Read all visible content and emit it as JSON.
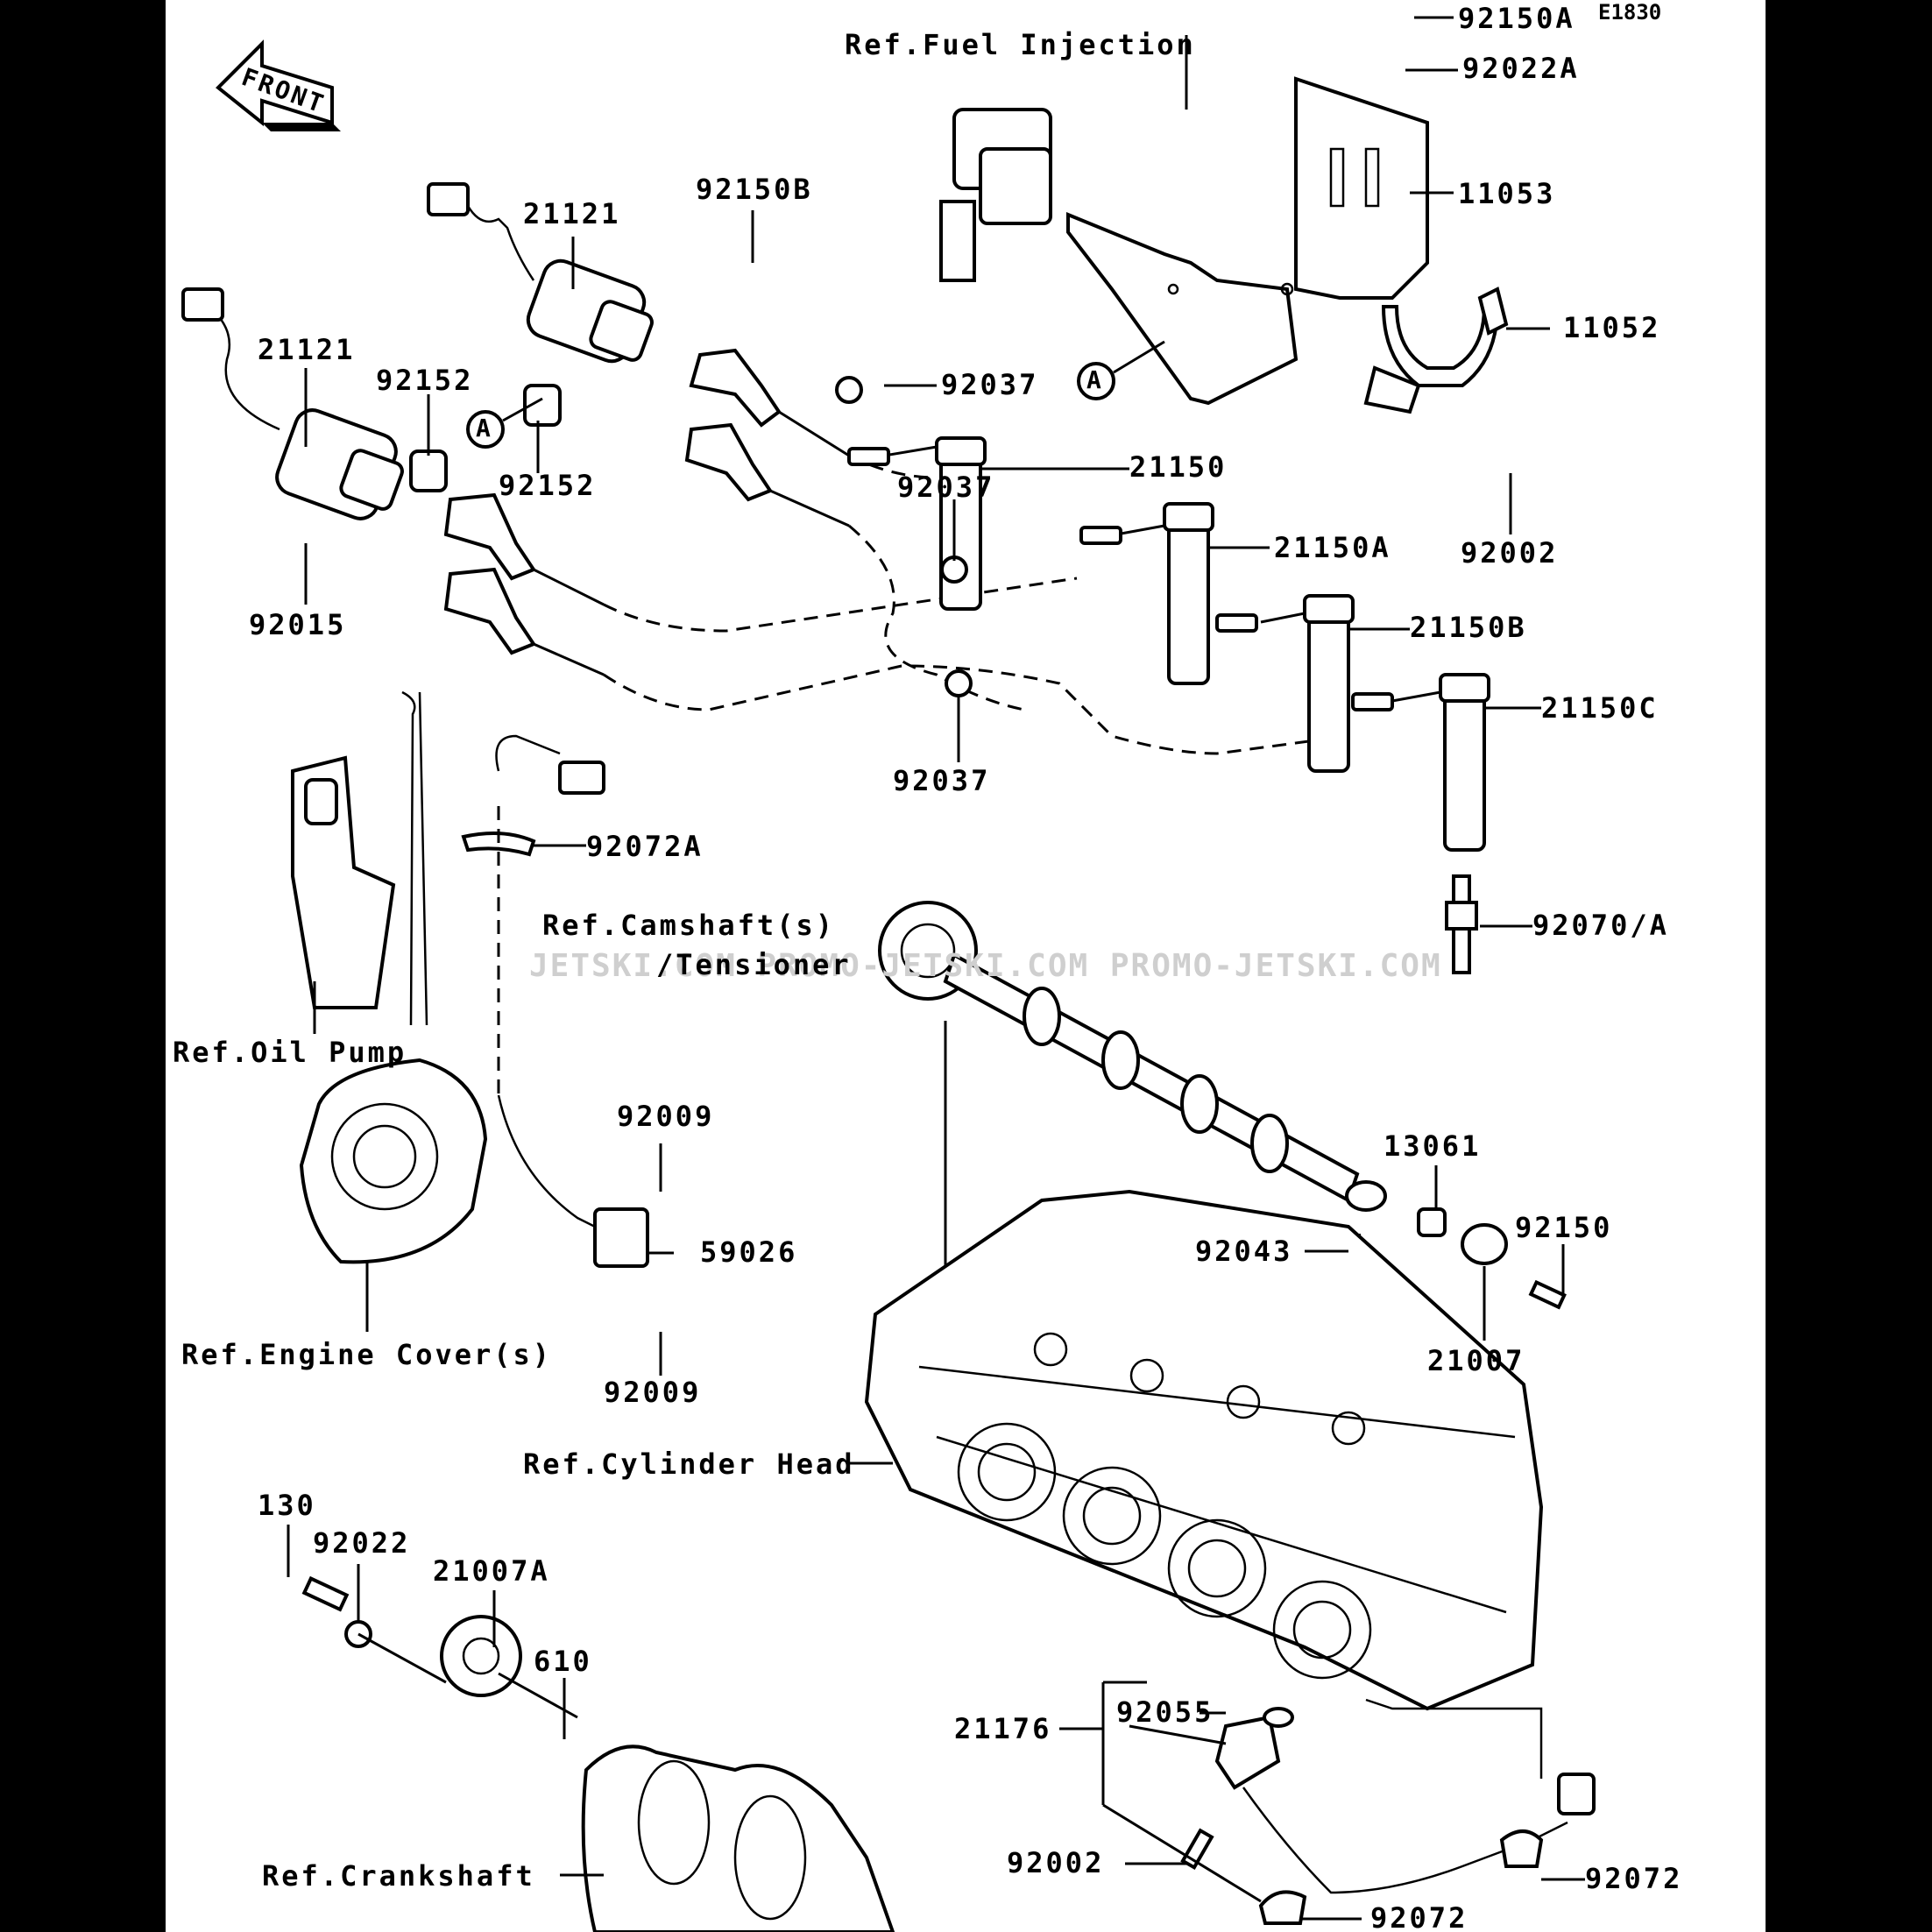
{
  "diagram": {
    "code": "E1830",
    "front_label": "FRONT",
    "watermark": "JETSKI.COM PROMO-JETSKI.COM PROMO-JETSKI.COM",
    "references": {
      "fuel_injection": "Ref.Fuel Injection",
      "camshaft": "Ref.Camshaft(s)",
      "tensioner": "/Tensioner",
      "oil_pump": "Ref.Oil Pump",
      "engine_cover": "Ref.Engine Cover(s)",
      "cylinder_head": "Ref.Cylinder Head",
      "crankshaft": "Ref.Crankshaft"
    },
    "parts": {
      "p92150A": "92150A",
      "p92022A": "92022A",
      "p11053": "11053",
      "p11052": "11052",
      "p92002_top": "92002",
      "p92150B": "92150B",
      "p21121_a": "21121",
      "p21121_b": "21121",
      "p92152_a": "92152",
      "p92152_b": "92152",
      "p92015": "92015",
      "p92037_a": "92037",
      "p92037_b": "92037",
      "p92037_c": "92037",
      "p21150": "21150",
      "p21150A": "21150A",
      "p21150B": "21150B",
      "p21150C": "21150C",
      "p92072A": "92072A",
      "p92070A": "92070/A",
      "p92009_a": "92009",
      "p92009_b": "92009",
      "p59026": "59026",
      "p13061": "13061",
      "p92043": "92043",
      "p92150": "92150",
      "p21007": "21007",
      "p130": "130",
      "p92022": "92022",
      "p21007A": "21007A",
      "p610": "610",
      "p21176": "21176",
      "p92055": "92055",
      "p92002_bottom": "92002",
      "p92072_a": "92072",
      "p92072_b": "92072"
    },
    "callout_marker": "A"
  }
}
